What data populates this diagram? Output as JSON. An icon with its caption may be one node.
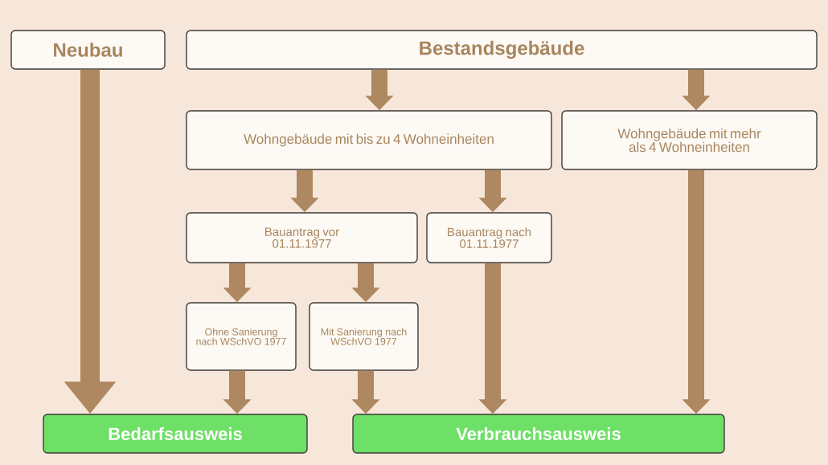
{
  "diagram": {
    "nodes": [
      {
        "text": [
          "Neubau"
        ]
      },
      {
        "text": [
          "Bestandsgebäude"
        ]
      },
      {
        "text": [
          "Wohngebäude mit bis zu 4 Wohneinheiten"
        ]
      },
      {
        "text": [
          "Wohngebäude mit mehr als 4 Wohneinheiten"
        ]
      },
      {
        "text": [
          "Bauantrag vor 01.11.1977"
        ]
      },
      {
        "text": [
          "Bauantrag nach 01.11.1977"
        ]
      },
      {
        "text": [
          "Ohne Sanierung nach WSchVO 1977"
        ]
      },
      {
        "text": [
          "Mit Sanierung nach WSchVO 1977"
        ]
      },
      {
        "text": [
          "Bedarfsausweis"
        ]
      },
      {
        "text": [
          "Verbrauchsausweis"
        ]
      }
    ],
    "edges": [
      {
        "from": 0,
        "to": 8,
        "arrow": "to"
      },
      {
        "from": 1,
        "to": 2,
        "arrow": "to"
      },
      {
        "from": 1,
        "to": 3,
        "arrow": "to"
      },
      {
        "from": 2,
        "to": 4,
        "arrow": "to"
      },
      {
        "from": 2,
        "to": 5,
        "arrow": "to"
      },
      {
        "from": 4,
        "to": 6,
        "arrow": "to"
      },
      {
        "from": 4,
        "to": 7,
        "arrow": "to"
      },
      {
        "from": 6,
        "to": 8,
        "arrow": "to"
      },
      {
        "from": 7,
        "to": 9,
        "arrow": "to"
      },
      {
        "from": 5,
        "to": 9,
        "arrow": "to"
      },
      {
        "from": 3,
        "to": 9,
        "arrow": "to"
      }
    ]
  }
}
